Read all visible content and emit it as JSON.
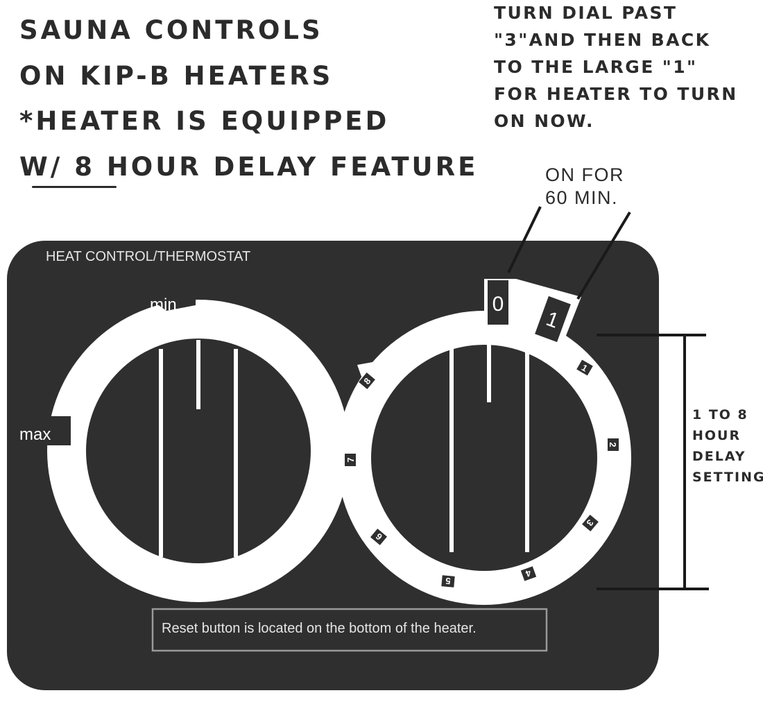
{
  "title": {
    "line1": "SAUNA CONTROLS",
    "line2": "ON KIP-B HEATERS",
    "line3": "*HEATER IS EQUIPPED",
    "line4": "W/ 8 HOUR DELAY FEATURE"
  },
  "instruction": {
    "line1": "TURN DIAL PAST",
    "line2": "\"3\"AND THEN BACK",
    "line3": "TO THE LARGE \"1\"",
    "line4": "FOR HEATER TO TURN",
    "line5": "ON NOW."
  },
  "on_label": {
    "line1": "ON FOR",
    "line2": "60 MIN."
  },
  "delay_label": {
    "line1": "1 TO 8",
    "line2": "HOUR",
    "line3": "DELAY",
    "line4": "SETTING"
  },
  "panel": {
    "title": "HEAT CONTROL/THERMOSTAT",
    "reset_note": "Reset button is located on the bottom of the heater."
  },
  "thermostat_dial": {
    "min_label": "min",
    "max_label": "max"
  },
  "timer_dial": {
    "big_labels": [
      "0",
      "1"
    ],
    "hour_labels": [
      "1",
      "2",
      "3",
      "4",
      "5",
      "6",
      "7",
      "8"
    ]
  },
  "colors": {
    "panel": "#2f2f2f",
    "dial": "#ffffff",
    "text": "#2b2b2b",
    "panel_text": "#e6e6e6"
  }
}
